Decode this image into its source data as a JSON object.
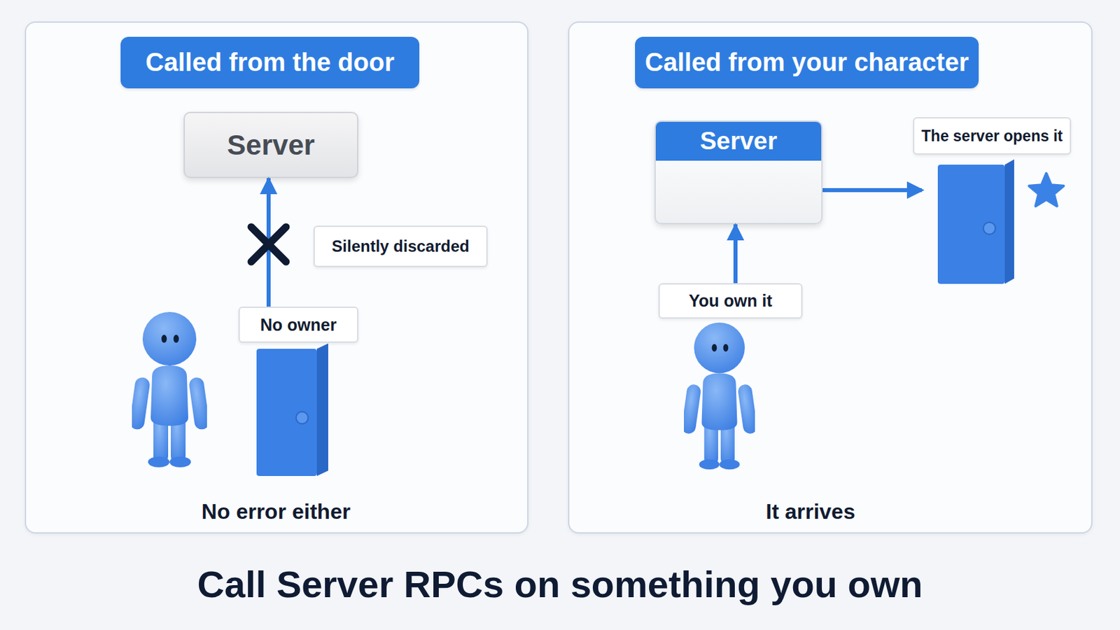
{
  "diagram": {
    "caption": "Call Server RPCs on something you own",
    "nodes": [
      {
        "text": [
          "Called from the door",
          "No error either"
        ]
      },
      {
        "text": [
          "Server"
        ],
        "in": 0
      },
      {
        "text": [
          "Silently discarded"
        ],
        "in": 0
      },
      {
        "text": [
          "No owner"
        ],
        "in": 0
      },
      {
        "text": [
          "Called from your character",
          "It arrives"
        ]
      },
      {
        "text": [
          "Server"
        ],
        "in": 4
      },
      {
        "text": [
          "The server opens it"
        ],
        "in": 4
      },
      {
        "text": [
          "You own it"
        ],
        "in": 4
      }
    ],
    "edges": [
      {
        "from": 3,
        "to": 1,
        "arrow": "to"
      },
      {
        "from": 7,
        "to": 5,
        "arrow": "to"
      }
    ]
  }
}
